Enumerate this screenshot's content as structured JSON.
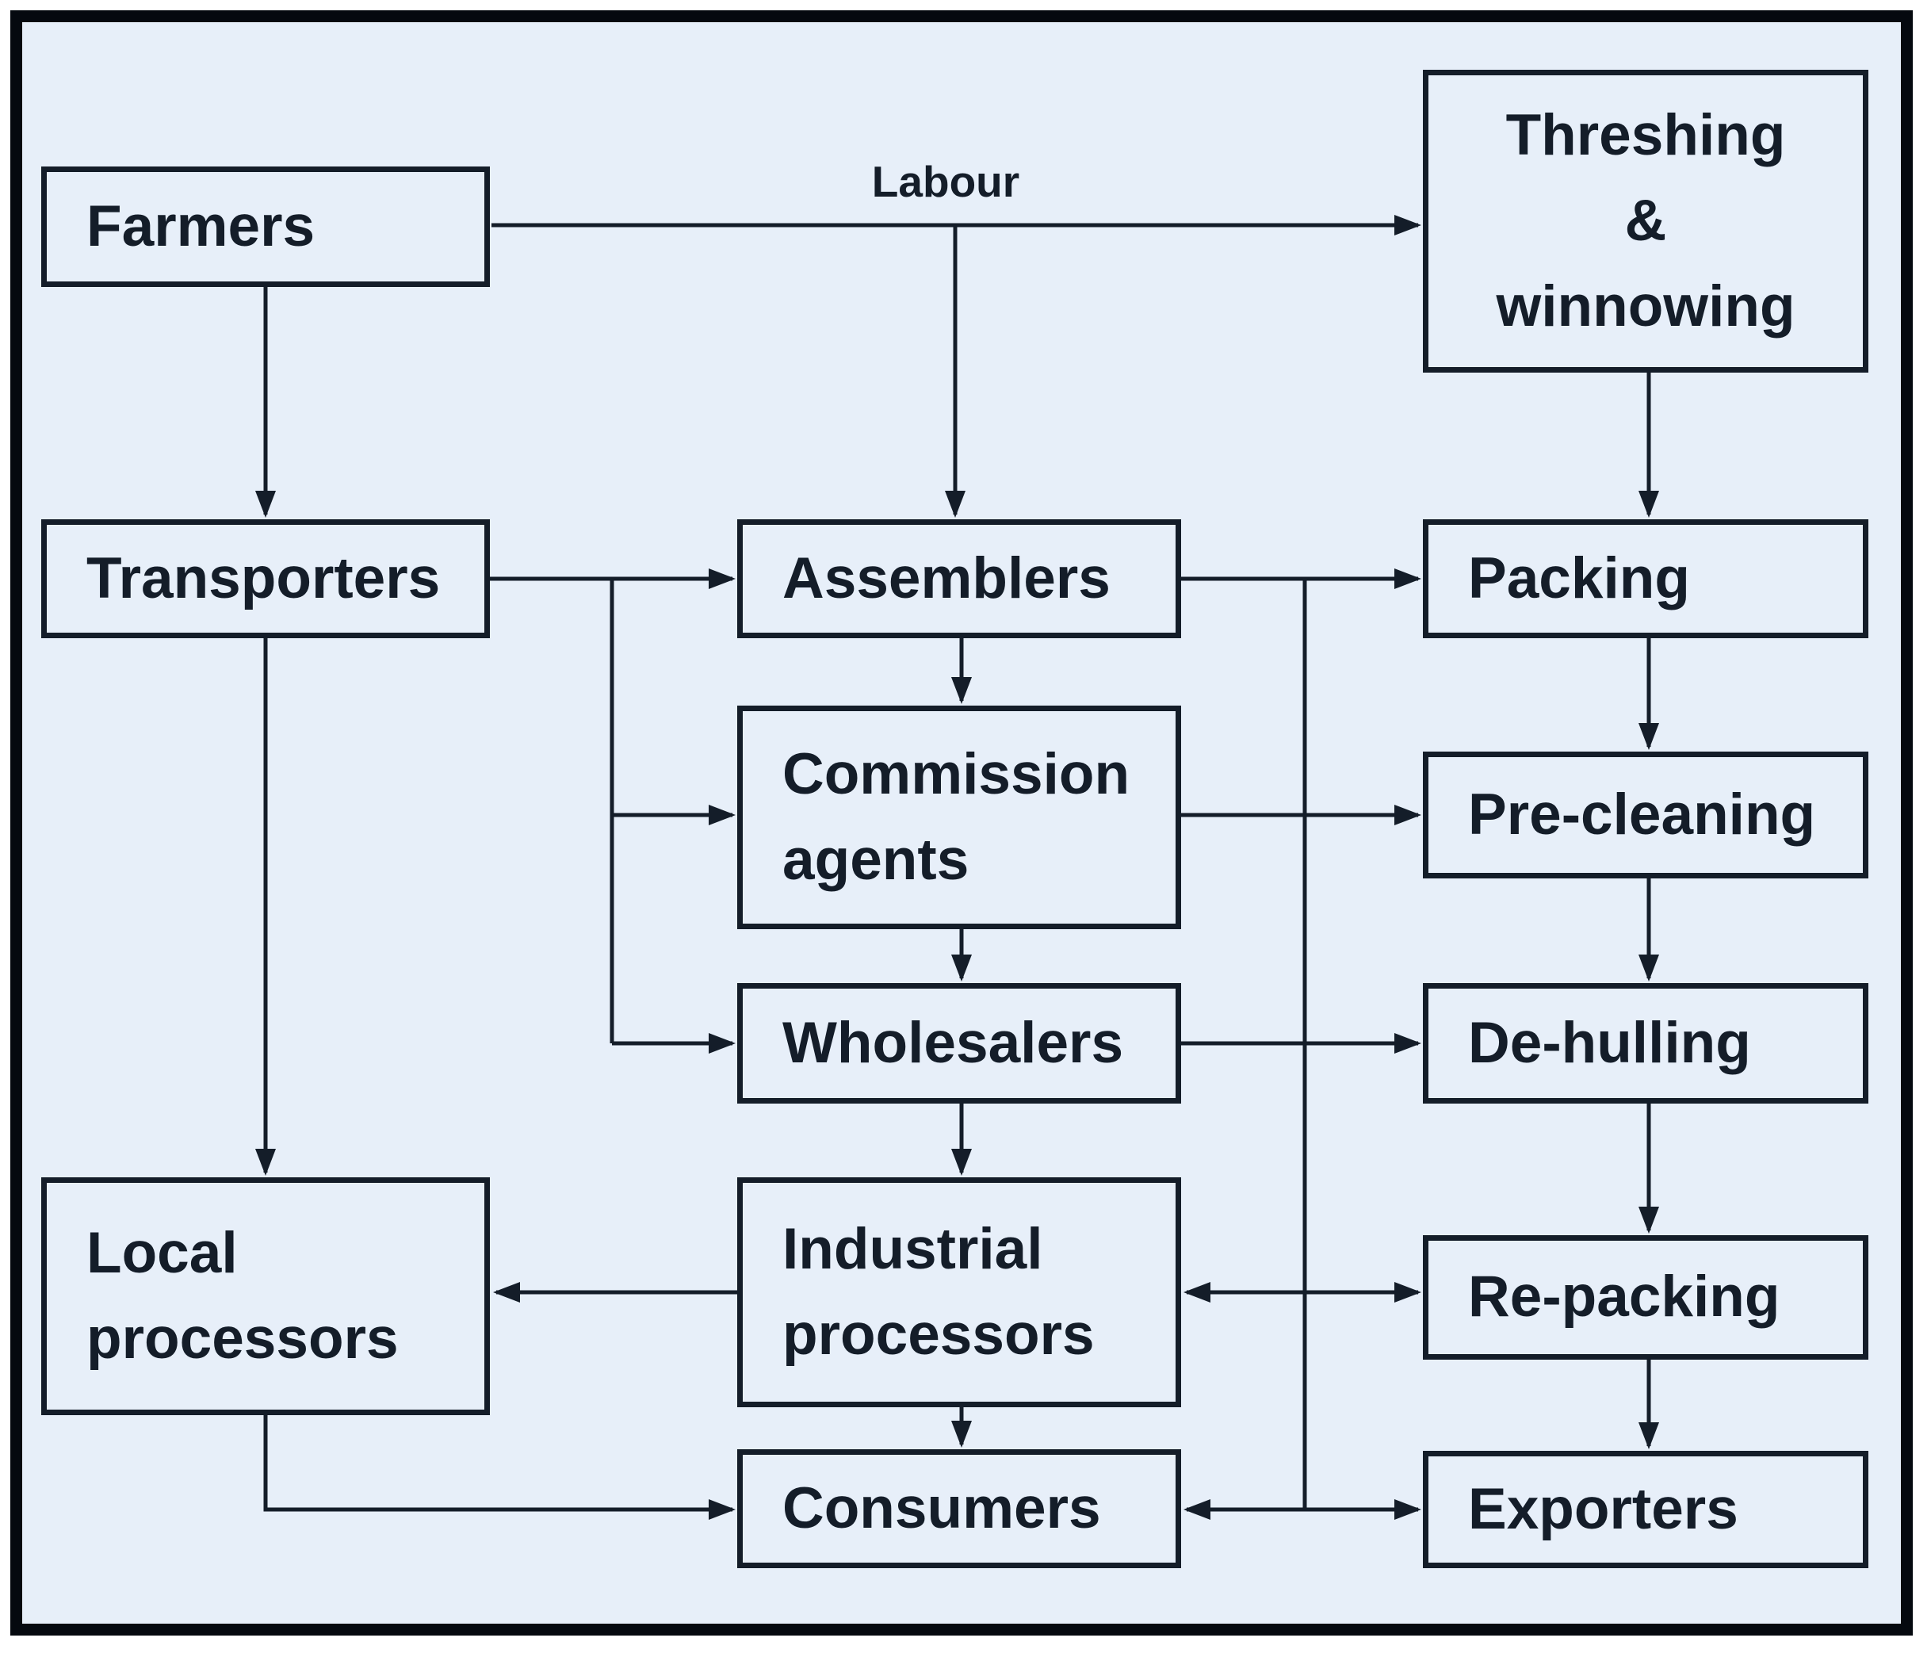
{
  "colors": {
    "background": "#e7eff9",
    "line": "#141d29",
    "frame": "#05090f",
    "text": "#141d29",
    "page": "#ffffff"
  },
  "diagram": {
    "edge_label": "Labour",
    "nodes": [
      {
        "id": "farmers",
        "label": "Farmers"
      },
      {
        "id": "threshing-winnowing",
        "label": "Threshing\n&\nwinnowing"
      },
      {
        "id": "transporters",
        "label": "Transporters"
      },
      {
        "id": "assemblers",
        "label": "Assemblers"
      },
      {
        "id": "packing",
        "label": "Packing"
      },
      {
        "id": "commission-agents",
        "label": "Commission\nagents"
      },
      {
        "id": "pre-cleaning",
        "label": "Pre-cleaning"
      },
      {
        "id": "wholesalers",
        "label": "Wholesalers"
      },
      {
        "id": "de-hulling",
        "label": "De-hulling"
      },
      {
        "id": "local-processors",
        "label": "Local\nprocessors"
      },
      {
        "id": "industrial-processors",
        "label": "Industrial\nprocessors"
      },
      {
        "id": "re-packing",
        "label": "Re-packing"
      },
      {
        "id": "consumers",
        "label": "Consumers"
      },
      {
        "id": "exporters",
        "label": "Exporters"
      }
    ],
    "edges": [
      {
        "from": "farmers",
        "to": "threshing-winnowing",
        "label": "Labour",
        "heads": "end"
      },
      {
        "from": "farmers",
        "to": "assemblers",
        "label": "Labour",
        "heads": "end"
      },
      {
        "from": "farmers",
        "to": "transporters",
        "heads": "end"
      },
      {
        "from": "transporters",
        "to": "local-processors",
        "heads": "end"
      },
      {
        "from": "transporters",
        "to": "assemblers",
        "heads": "end"
      },
      {
        "from": "transporters",
        "to": "commission-agents",
        "heads": "end"
      },
      {
        "from": "transporters",
        "to": "wholesalers",
        "heads": "end"
      },
      {
        "from": "assemblers",
        "to": "commission-agents",
        "heads": "end"
      },
      {
        "from": "commission-agents",
        "to": "wholesalers",
        "heads": "end"
      },
      {
        "from": "wholesalers",
        "to": "industrial-processors",
        "heads": "end"
      },
      {
        "from": "industrial-processors",
        "to": "consumers",
        "heads": "end"
      },
      {
        "from": "industrial-processors",
        "to": "local-processors",
        "heads": "end"
      },
      {
        "from": "local-processors",
        "to": "consumers",
        "heads": "end"
      },
      {
        "from": "assemblers",
        "to": "packing",
        "heads": "end"
      },
      {
        "from": "commission-agents",
        "to": "pre-cleaning",
        "heads": "end"
      },
      {
        "from": "wholesalers",
        "to": "de-hulling",
        "heads": "end"
      },
      {
        "from": "threshing-winnowing",
        "to": "packing",
        "heads": "end"
      },
      {
        "from": "packing",
        "to": "pre-cleaning",
        "heads": "end"
      },
      {
        "from": "pre-cleaning",
        "to": "de-hulling",
        "heads": "end"
      },
      {
        "from": "de-hulling",
        "to": "re-packing",
        "heads": "end"
      },
      {
        "from": "re-packing",
        "to": "exporters",
        "heads": "end"
      },
      {
        "from": "industrial-processors",
        "to": "re-packing",
        "heads": "both"
      },
      {
        "from": "consumers",
        "to": "exporters",
        "heads": "both"
      }
    ]
  }
}
